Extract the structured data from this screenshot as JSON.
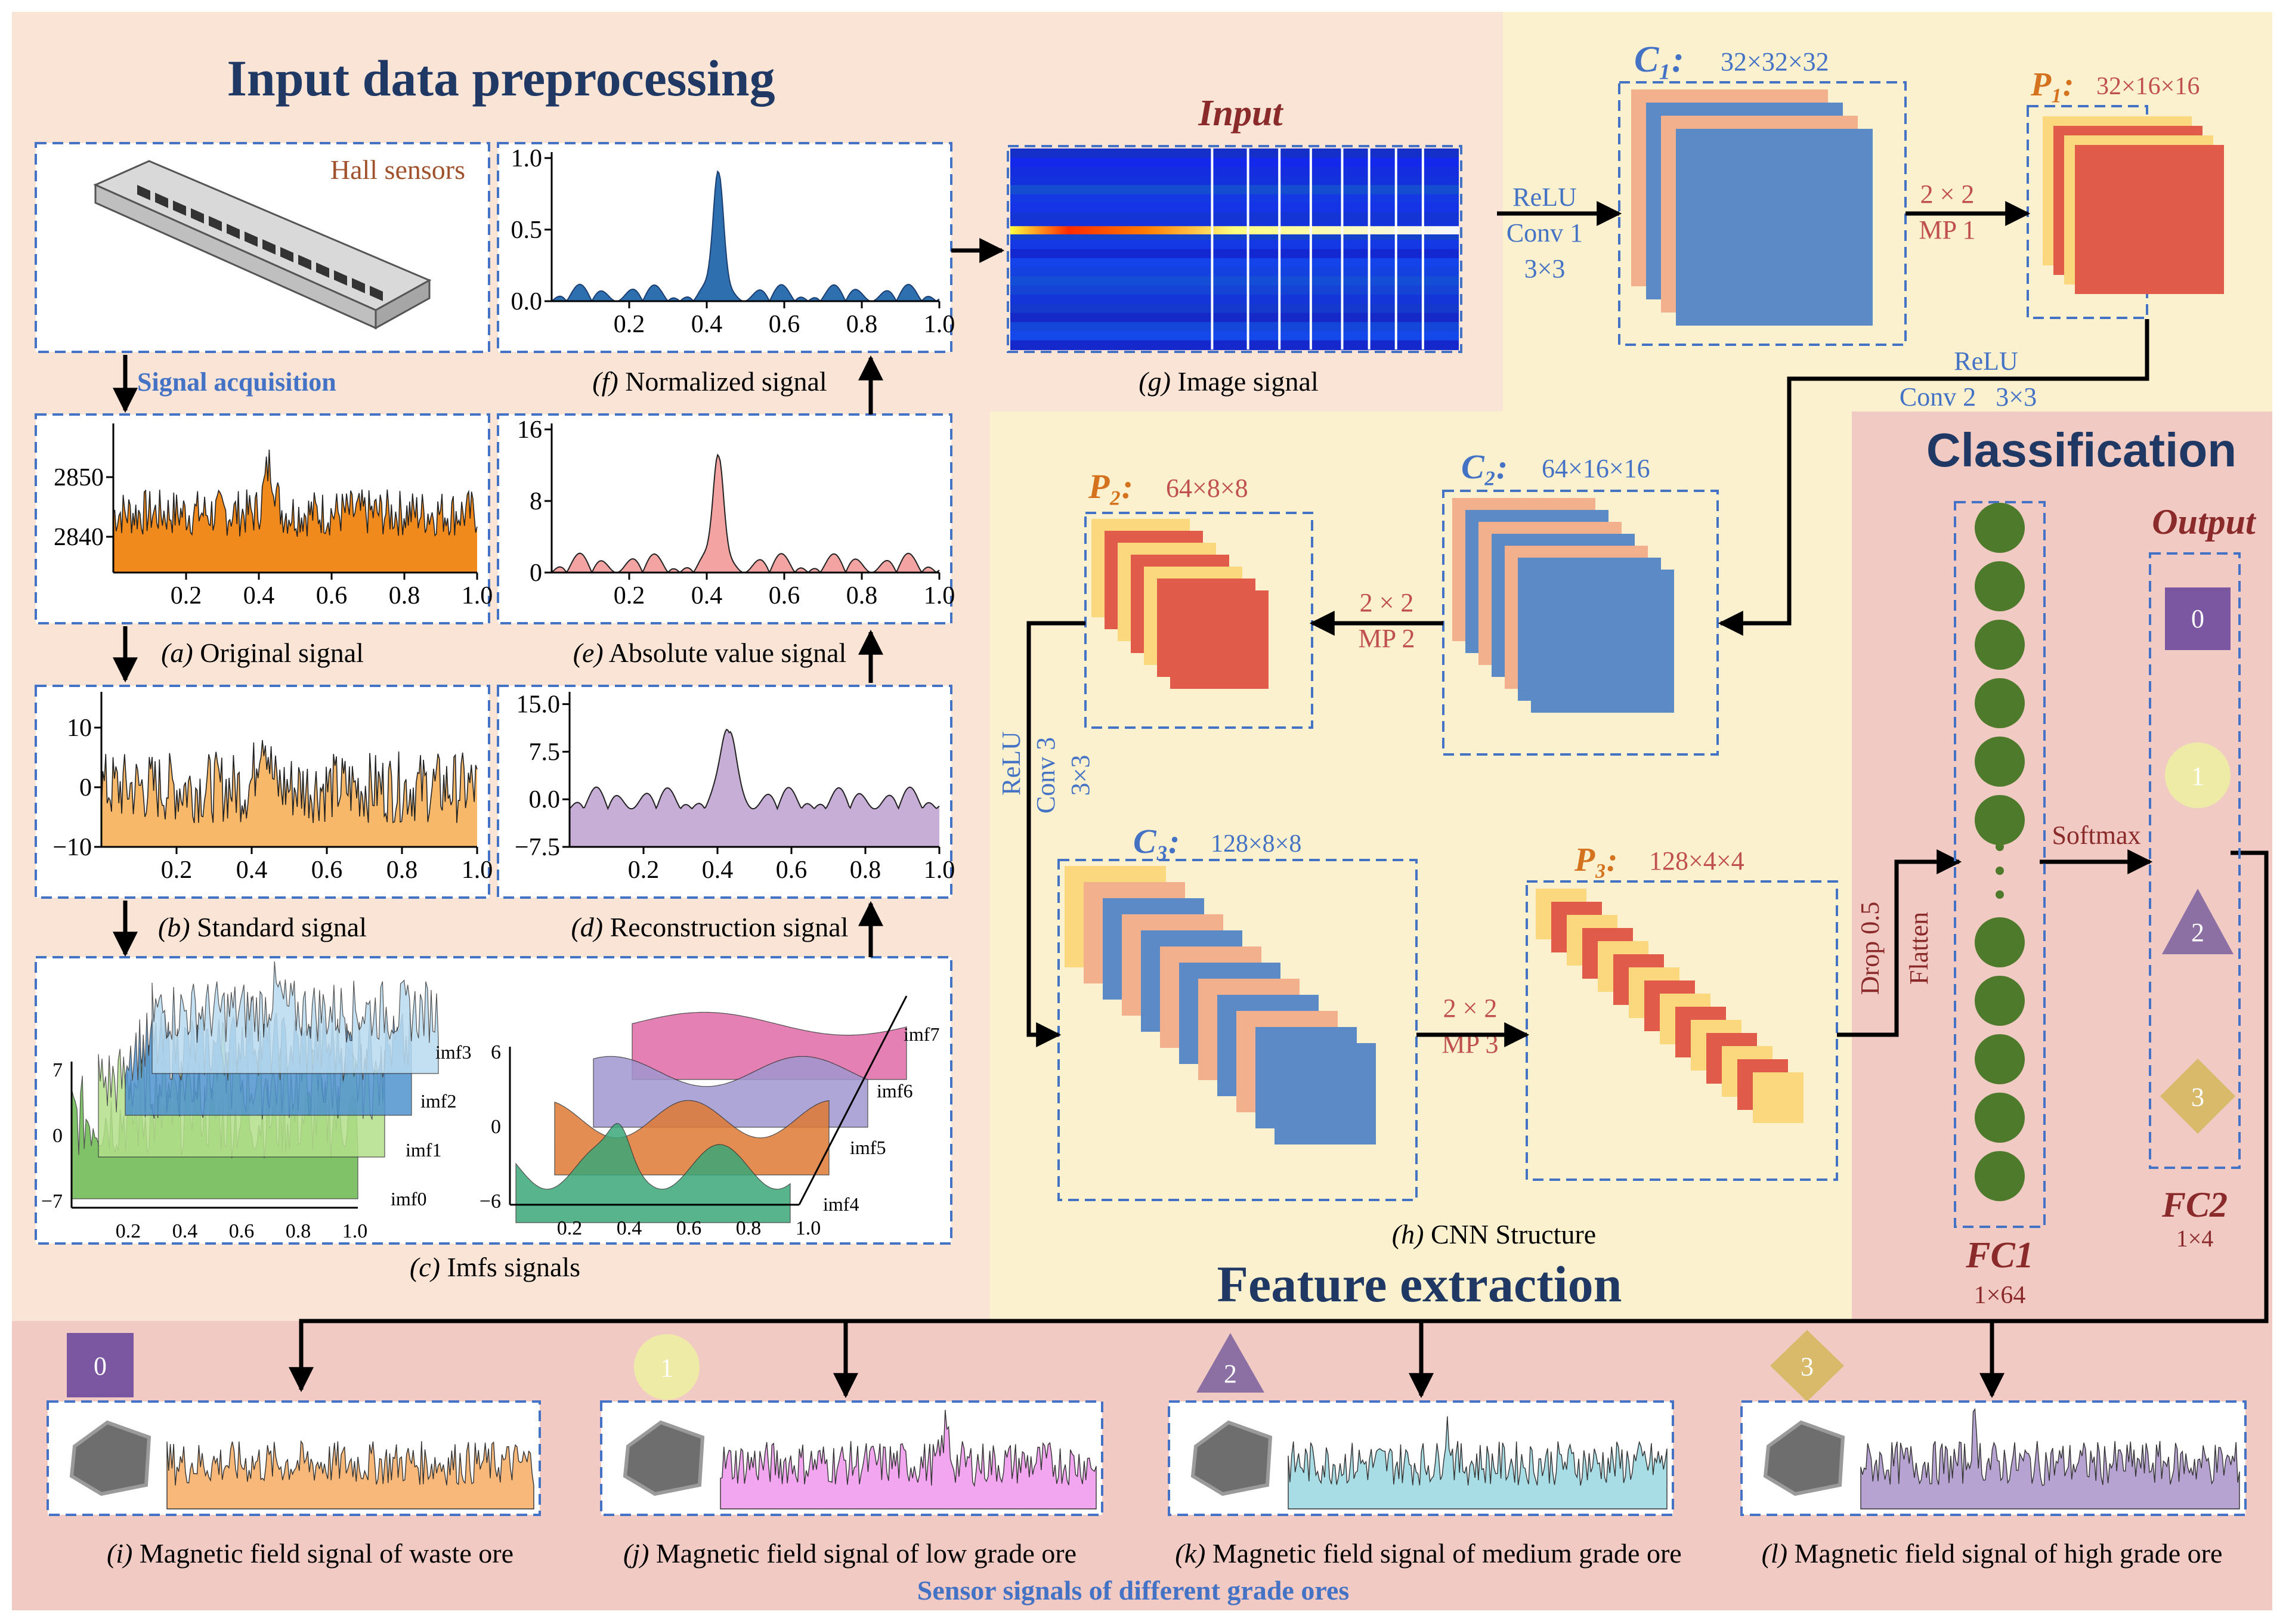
{
  "sections": {
    "preprocessing": "Input data preprocessing",
    "feature": "Feature extraction",
    "classification": "Classification",
    "bottom_title": "Sensor signals of different grade ores"
  },
  "sensor_label": "Hall sensors",
  "signal_acquisition": "Signal acquisition",
  "panels": {
    "a": {
      "letter": "(a)",
      "text": " Original signal",
      "yticks": [
        "2850",
        "2840"
      ],
      "color": "#f08a1d"
    },
    "b": {
      "letter": "(b)",
      "text": " Standard signal",
      "yticks": [
        "10",
        "0",
        "−10"
      ],
      "color": "#f7b86a"
    },
    "c": {
      "letter": "(c)",
      "text": " Imfs signals",
      "left_yticks": [
        "7",
        "0",
        "−7"
      ],
      "right_yticks": [
        "6",
        "0",
        "−6"
      ],
      "left_imfs": [
        "imf3",
        "imf2",
        "imf1",
        "imf0"
      ],
      "right_imfs": [
        "imf7",
        "imf6",
        "imf5",
        "imf4"
      ]
    },
    "d": {
      "letter": "(d)",
      "text": " Reconstruction signal",
      "yticks": [
        "15.0",
        "7.5",
        "0.0",
        "−7.5"
      ],
      "color": "#c7aed6"
    },
    "e": {
      "letter": "(e)",
      "text": " Absolute value signal",
      "yticks": [
        "16",
        "8",
        "0"
      ],
      "color": "#f4a3a3"
    },
    "f": {
      "letter": "(f)",
      "text": " Normalized signal",
      "yticks": [
        "1.0",
        "0.5",
        "0.0"
      ],
      "color": "#2e6fb0"
    },
    "g": {
      "letter": "(g)",
      "text": " Image signal",
      "title": "Input"
    },
    "h": {
      "letter": "(h)",
      "text": " CNN Structure"
    }
  },
  "xticks": [
    "0.2",
    "0.4",
    "0.6",
    "0.8",
    "1.0"
  ],
  "cnn": {
    "c1": {
      "label": "C₁:",
      "dims": "32×32×32"
    },
    "p1": {
      "label": "P₁:",
      "dims": "32×16×16"
    },
    "c2": {
      "label": "C₂:",
      "dims": "64×16×16"
    },
    "p2": {
      "label": "P₂:",
      "dims": "64×8×8"
    },
    "c3": {
      "label": "C₃:",
      "dims": "128×8×8"
    },
    "p3": {
      "label": "P₃:",
      "dims": "128×4×4"
    },
    "conv1": [
      "ReLU",
      "Conv 1",
      "3×3"
    ],
    "mp1": [
      "2 × 2",
      "MP 1"
    ],
    "conv2": [
      "ReLU",
      "Conv 2   3×3"
    ],
    "mp2": [
      "2 × 2",
      "MP 2"
    ],
    "conv3": [
      "ReLU",
      "Conv 3",
      "3×3"
    ],
    "mp3": [
      "2 × 2",
      "MP 3"
    ]
  },
  "classifier": {
    "drop": "Drop 0.5",
    "flatten": "Flatten",
    "softmax": "Softmax",
    "fc1": "FC1",
    "fc1_dims": "1×64",
    "output": "Output",
    "fc2": "FC2",
    "fc2_dims": "1×4",
    "classes": [
      "0",
      "1",
      "2",
      "3"
    ]
  },
  "ores": [
    {
      "badge": "0",
      "letter": "(i)",
      "text": " Magnetic field signal of waste ore",
      "color": "#f7b87a"
    },
    {
      "badge": "1",
      "letter": "(j)",
      "text": " Magnetic field signal of low grade ore",
      "color": "#f2a6ef"
    },
    {
      "badge": "2",
      "letter": "(k)",
      "text": " Magnetic field signal of medium grade ore",
      "color": "#a8dde6"
    },
    {
      "badge": "3",
      "letter": "(l)",
      "text": " Magnetic field signal of high grade ore",
      "color": "#b7a3d1"
    }
  ],
  "colors": {
    "pre_bg": "#f9e4d6",
    "feat_bg": "#fcf1cf",
    "cls_bg": "#f1cac4",
    "bottom_bg": "#f1cac4",
    "title_navy": "#1f3864",
    "brown": "#c0504d",
    "blue_label": "#4472c4",
    "conv_blue": "#5b8ac6",
    "conv_peach": "#f2b08c",
    "conv_yellow": "#fbd87e",
    "conv_red": "#e05b49",
    "node_green": "#4e7a2c",
    "c0": "#7a57a0",
    "c1": "#eeeba6",
    "c2": "#8c6fa3",
    "c3": "#d8ba6a"
  }
}
